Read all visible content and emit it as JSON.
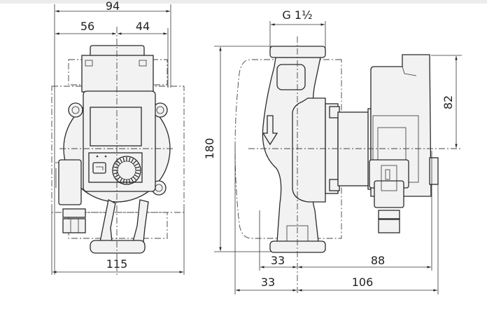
{
  "front_view": {
    "dimensions": {
      "overall_width": "94",
      "left_offset": "56",
      "right_offset": "44",
      "base_width": "115"
    }
  },
  "side_view": {
    "dimensions": {
      "connection_thread": "G 1½",
      "port_to_port_length": "180",
      "motor_height_above_axis": "82",
      "inner_left": "33",
      "inner_right": "88",
      "outer_left": "33",
      "outer_right": "106"
    }
  },
  "colors": {
    "line": "#2a2a2a",
    "fill": "#f2f2f2"
  }
}
